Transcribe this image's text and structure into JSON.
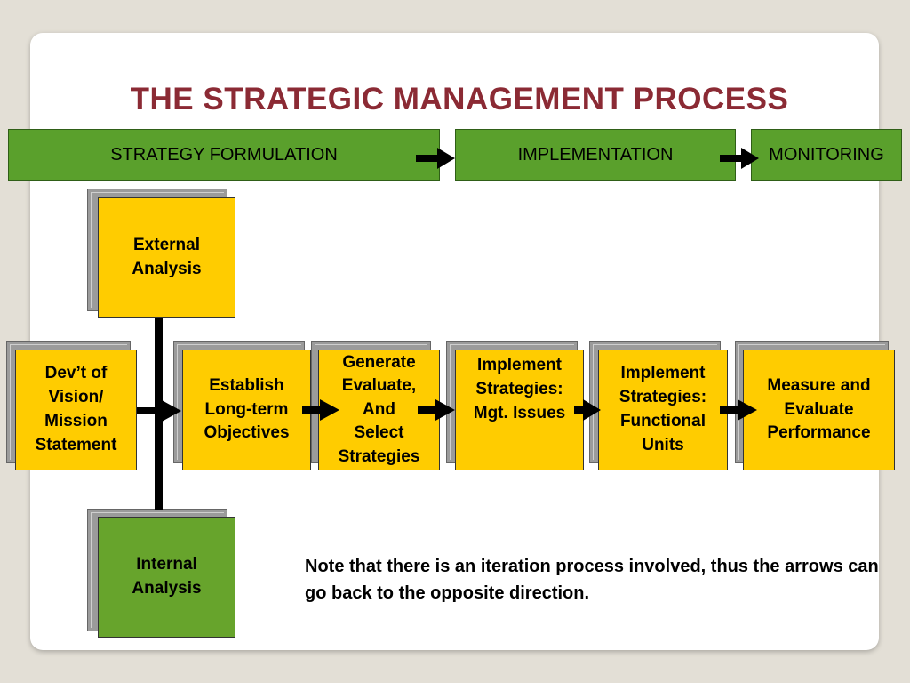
{
  "title": "THE STRATEGIC MANAGEMENT PROCESS",
  "phases": {
    "formulation": "STRATEGY FORMULATION",
    "implementation": "IMPLEMENTATION",
    "monitoring": "MONITORING"
  },
  "boxes": {
    "external": "External\nAnalysis",
    "internal": "Internal\nAnalysis",
    "vision": "Dev’t of\nVision/\nMission\nStatement",
    "objectives": "Establish\nLong-term\nObjectives",
    "generate": "Generate\nEvaluate,\nAnd\nSelect\nStrategies",
    "mgt": "Implement\nStrategies:\nMgt. Issues",
    "functional": "Implement\nStrategies:\nFunctional\nUnits",
    "measure": "Measure and\nEvaluate\nPerformance"
  },
  "note": "Note that there is an iteration process involved, thus the arrows can go back to the opposite direction.",
  "colors": {
    "title": "#8b2a34",
    "phase_green": "#5aa02c",
    "box_yellow": "#ffcc00",
    "box_green": "#67a42c"
  }
}
